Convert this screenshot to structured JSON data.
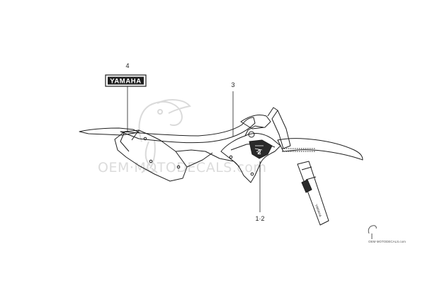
{
  "diagram": {
    "callouts": [
      {
        "id": "4",
        "text": "4"
      },
      {
        "id": "3",
        "text": "3"
      },
      {
        "id": "1-2",
        "text": "1·2"
      }
    ],
    "decal_text": "YAMAHA",
    "fork_text": "YAMAHA",
    "shroud_number": "2"
  },
  "watermark": {
    "main_text": "OEM·MOTODECALS.com",
    "footer_text": "OEM·MOTODECALS.com"
  },
  "colors": {
    "line": "#1f1f1f",
    "watermark": "#c8c8c8"
  }
}
